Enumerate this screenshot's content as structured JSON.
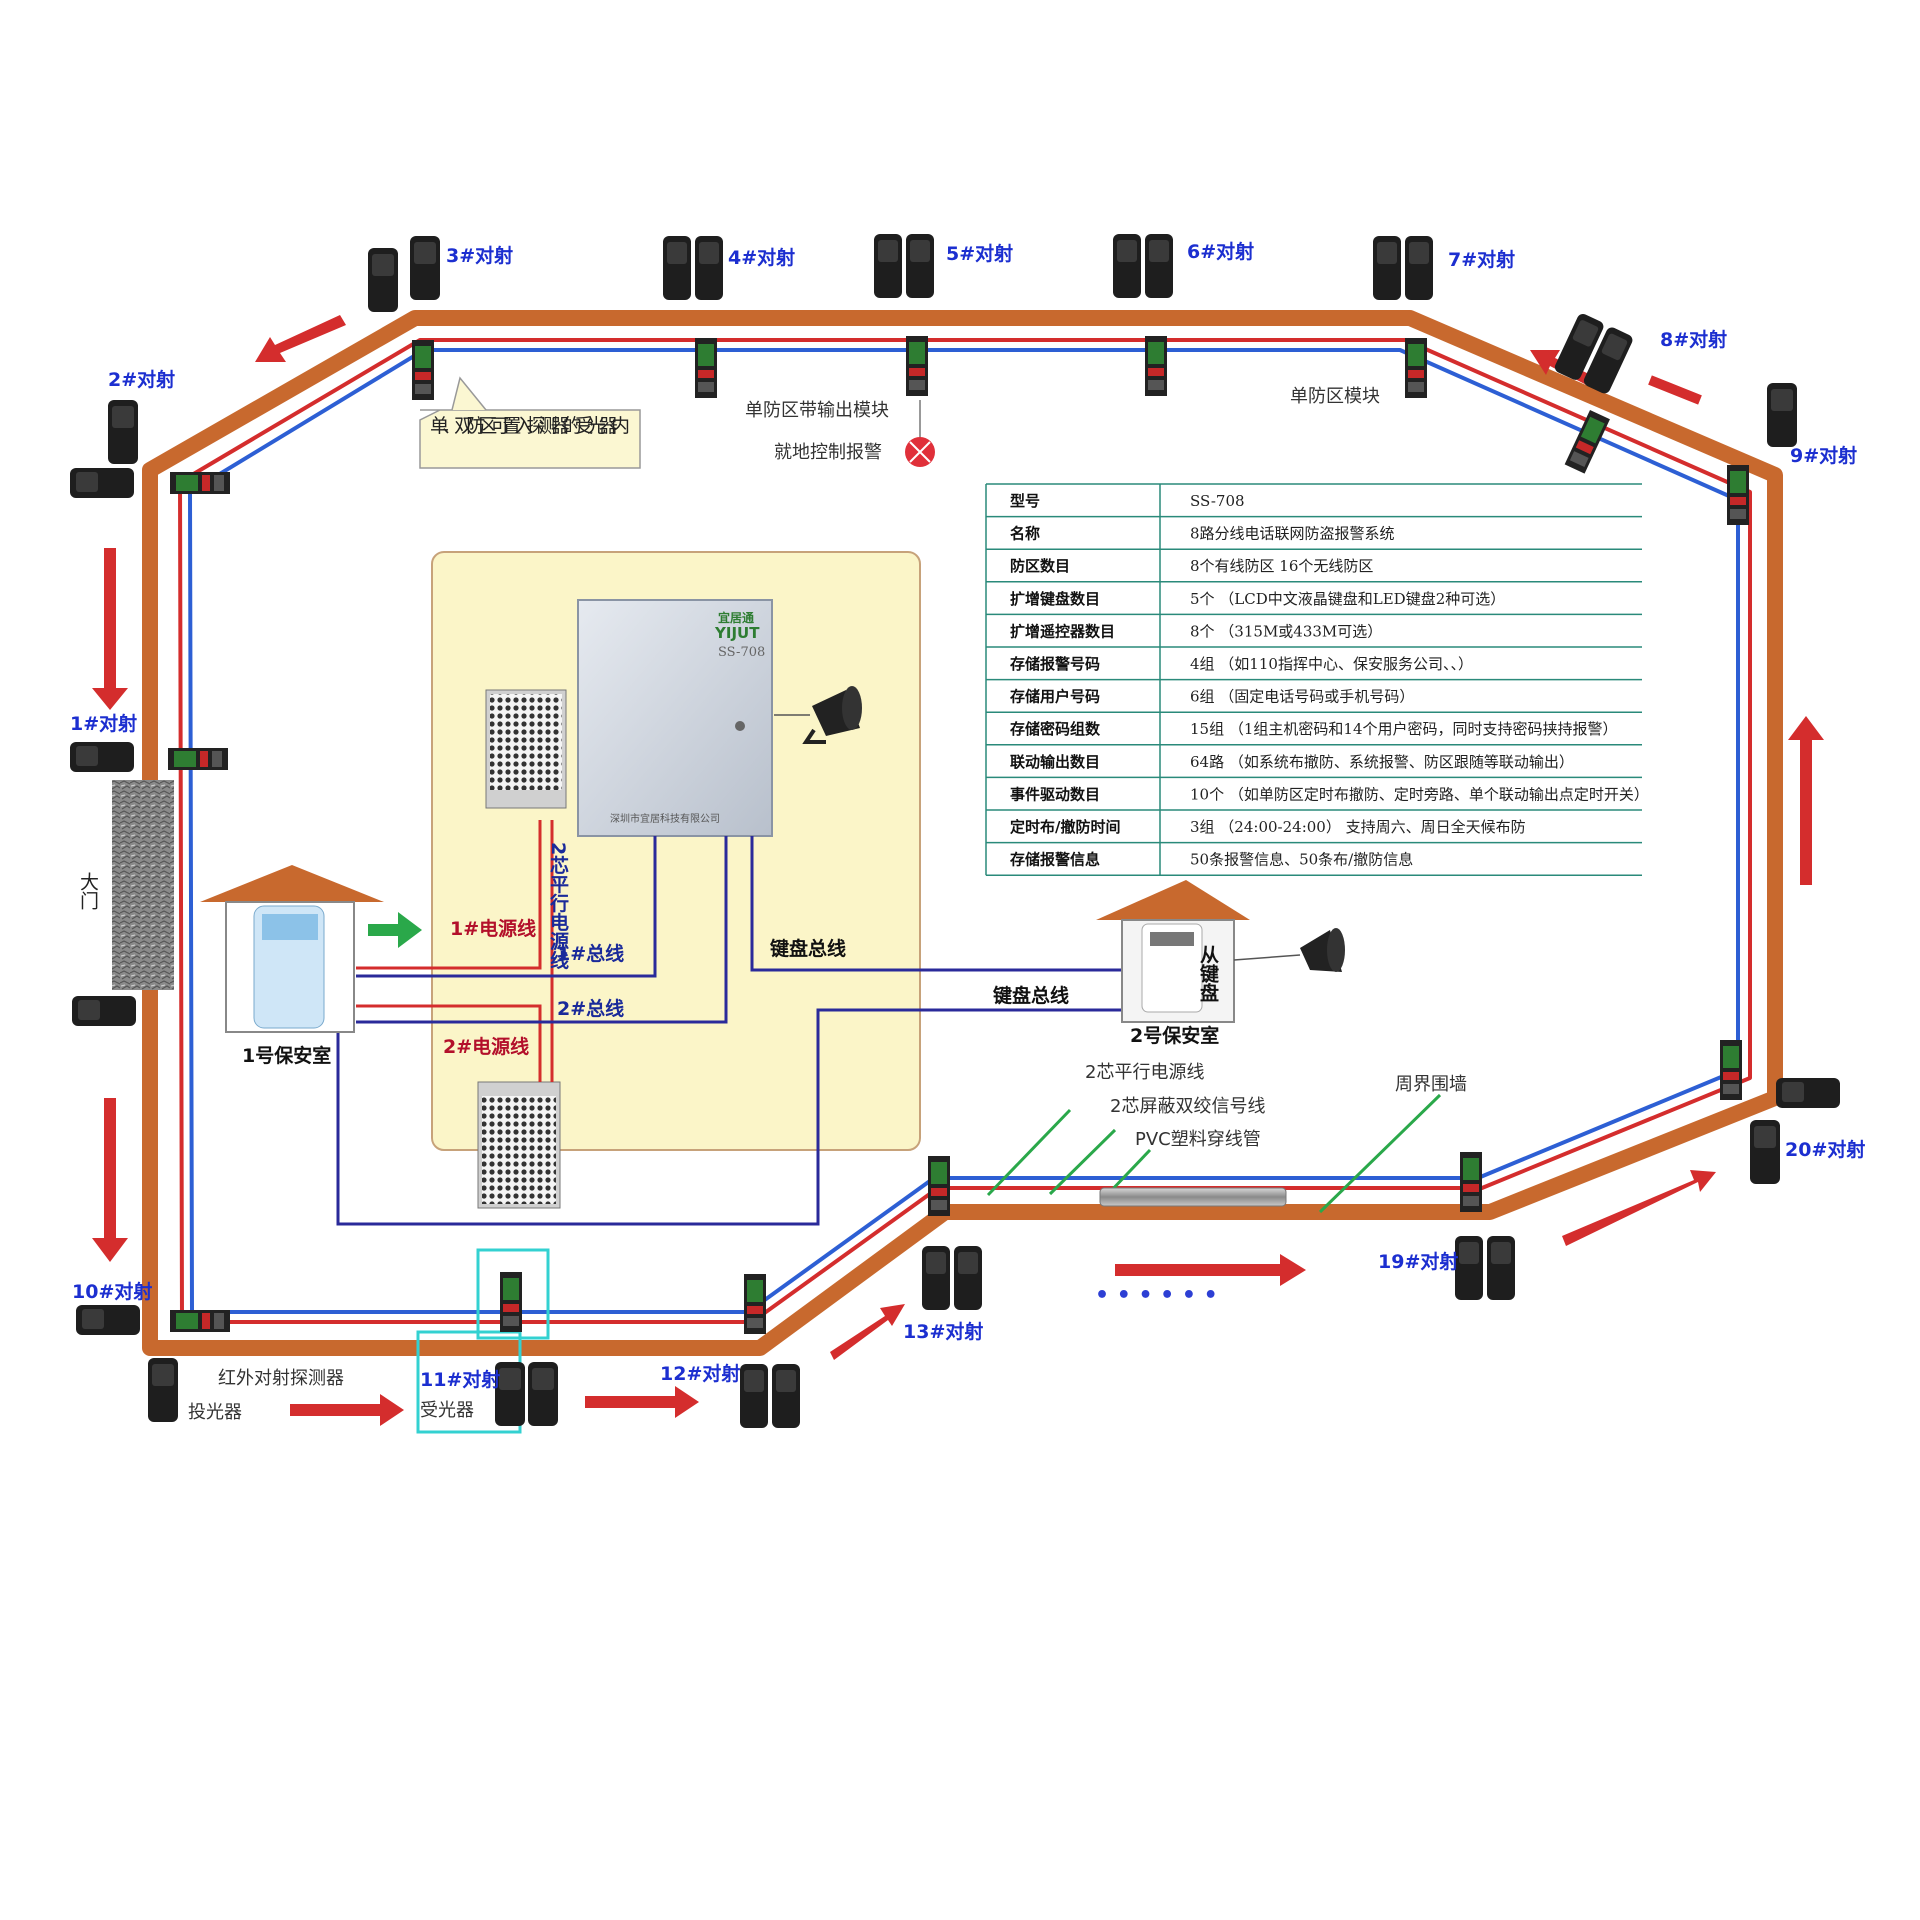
{
  "detectors": {
    "d1": "1#对射",
    "d2": "2#对射",
    "d3": "3#对射",
    "d4": "4#对射",
    "d5": "5#对射",
    "d6": "6#对射",
    "d7": "7#对射",
    "d8": "8#对射",
    "d9": "9#对射",
    "d10": "10#对射",
    "d11": "11#对射",
    "d12": "12#对射",
    "d13": "13#对射",
    "d19": "19#对射",
    "d20": "20#对射"
  },
  "callouts": {
    "receiver_note": "单、双防区可置入探测器的受光器内",
    "output_module": "单防区带输出模块",
    "local_alarm": "就地控制报警",
    "single_zone_module": "单防区模块",
    "gate": "大门",
    "ir_detector": "红外对射探测器",
    "transmitter": "投光器",
    "receiver": "受光器",
    "two_core_power": "2芯平行电源线",
    "shielded_signal": "2芯屏蔽双绞信号线",
    "pvc_conduit": "PVC塑料穿线管",
    "perimeter_wall": "周界围墙",
    "dots": "• • • • • •"
  },
  "wiring": {
    "power_vertical": "2芯平行电源线",
    "power1": "1#电源线",
    "power2": "2#电源线",
    "bus1": "1#总线",
    "bus2": "2#总线",
    "keyboard_bus_a": "键盘总线",
    "keyboard_bus_b": "键盘总线"
  },
  "rooms": {
    "room1": "1号保安室",
    "room2": "2号保安室",
    "slave_keypad": "从键盘"
  },
  "panel": {
    "brand": "YIJUT",
    "brand_cn": "宜居通",
    "model": "SS-708",
    "company": "深圳市宜居科技有限公司"
  },
  "spec_table": [
    {
      "key": "型号",
      "value": "SS-708"
    },
    {
      "key": "名称",
      "value": "8路分线电话联网防盗报警系统"
    },
    {
      "key": "防区数目",
      "value": "8个有线防区 16个无线防区"
    },
    {
      "key": "扩增键盘数目",
      "value": "5个 （LCD中文液晶键盘和LED键盘2种可选）"
    },
    {
      "key": "扩增遥控器数目",
      "value": "8个 （315M或433M可选）"
    },
    {
      "key": "存储报警号码",
      "value": "4组 （如110指挥中心、保安服务公司、、）"
    },
    {
      "key": "存储用户号码",
      "value": "6组 （固定电话号码或手机号码）"
    },
    {
      "key": "存储密码组数",
      "value": "15组 （1组主机密码和14个用户密码，同时支持密码挟持报警）"
    },
    {
      "key": "联动输出数目",
      "value": "64路 （如系统布撤防、系统报警、防区跟随等联动输出）"
    },
    {
      "key": "事件驱动数目",
      "value": "10个 （如单防区定时布撤防、定时旁路、单个联动输出点定时开关）"
    },
    {
      "key": "定时布/撤防时间",
      "value": "3组 （24:00-24:00） 支持周六、周日全天候布防"
    },
    {
      "key": "存储报警信息",
      "value": "50条报警信息、50条布/撤防信息"
    }
  ]
}
